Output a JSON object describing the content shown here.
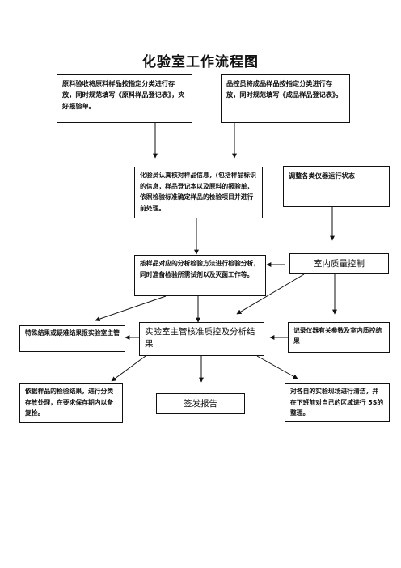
{
  "title": "化验室工作流程图",
  "nodes": {
    "raw_material": "原料验收将原料样品按指定分类进行存放，同时规范填写《原料样品登记表》，夹好报验单。",
    "product_control": "品控员将成品样品按指定分类进行存放，同时规范填写《成品样品登记表》。",
    "analyst_check": "化验员认真核对样品信息，(包括样品标识的信息，样品登记本以及原料的报验单，依照检验标准确定样品的检验项目并进行前处理。",
    "instrument_adjust": "调整各类仪器运行状态",
    "analysis_method": "按样品对应的分析检验方法进行检验分析，同时准备检验所需试剂以及灭菌工作等。",
    "quality_control": "室内质量控制",
    "special_results": "特殊结果或疑难结果报实验室主管",
    "supervisor_review": "实验室主管核准质控及分析结果",
    "record_instrument": "记录仪器有关参数及室内质控结果",
    "sample_storage": "依据样品的检验结果，进行分类存放处理，在要求保存期内以备复检。",
    "issue_report": "签发报告",
    "cleanup": "对各自的实验现场进行清洁，并在下班前对自己的区域进行 5S的整理。"
  }
}
